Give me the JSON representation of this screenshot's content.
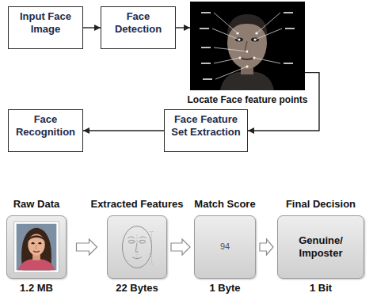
{
  "diagram": {
    "nodes": [
      {
        "text": [
          "Input Face Image"
        ]
      },
      {
        "text": [
          "Face Detection"
        ]
      },
      {
        "text": [
          "Locate Face feature points"
        ]
      },
      {
        "text": [
          "Face Recognition"
        ]
      },
      {
        "text": [
          "Face Feature Set Extraction"
        ]
      },
      {
        "text": [
          "Raw Data",
          "1.2 MB"
        ]
      },
      {
        "text": [
          "Extracted Features",
          "22 Bytes"
        ]
      },
      {
        "text": [
          "Match Score",
          "94",
          "1 Byte"
        ]
      },
      {
        "text": [
          "Final Decision",
          "Genuine/ Imposter",
          "1 Bit"
        ]
      }
    ],
    "edges": [
      {
        "from": 0,
        "to": 1,
        "arrow": "to"
      },
      {
        "from": 1,
        "to": 2,
        "arrow": "to"
      },
      {
        "from": 2,
        "to": 4,
        "arrow": "to"
      },
      {
        "from": 4,
        "to": 3,
        "arrow": "to"
      },
      {
        "from": 5,
        "to": 6,
        "arrow": "to"
      },
      {
        "from": 6,
        "to": 7,
        "arrow": "to"
      },
      {
        "from": 7,
        "to": 8,
        "arrow": "to"
      }
    ]
  }
}
